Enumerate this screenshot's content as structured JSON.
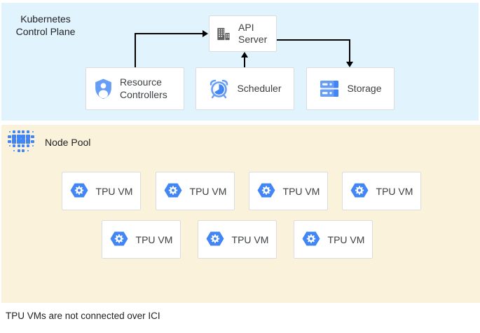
{
  "control_plane": {
    "label": "Kubernetes Control Plane",
    "api_server": {
      "label": "API Server"
    },
    "resource_controllers": {
      "label": "Resource Controllers"
    },
    "scheduler": {
      "label": "Scheduler"
    },
    "storage": {
      "label": "Storage"
    }
  },
  "node_pool": {
    "label": "Node Pool",
    "vms": [
      {
        "label": "TPU VM"
      },
      {
        "label": "TPU VM"
      },
      {
        "label": "TPU VM"
      },
      {
        "label": "TPU VM"
      },
      {
        "label": "TPU VM"
      },
      {
        "label": "TPU VM"
      },
      {
        "label": "TPU VM"
      }
    ]
  },
  "caption": "TPU VMs are not connected over ICI",
  "connections": [
    {
      "from": "resource-controllers",
      "to": "api-server"
    },
    {
      "from": "scheduler",
      "to": "api-server"
    },
    {
      "from": "api-server",
      "to": "storage"
    }
  ],
  "icons": {
    "api_server": "building-icon",
    "resource_controllers": "shield-person-icon",
    "scheduler": "alarm-clock-icon",
    "storage": "disks-icon",
    "node_pool": "dot-matrix-icon",
    "tpu_vm": "tpu-hexagon-gear-icon"
  },
  "colors": {
    "control_plane_bg": "#E1F3FC",
    "node_pool_bg": "#FBF2DB",
    "google_blue": "#4285F4",
    "light_blue": "#669DF6",
    "icon_gray": "#616161",
    "box_border": "#DADCE0",
    "arrow": "#000000",
    "text": "#202124"
  }
}
